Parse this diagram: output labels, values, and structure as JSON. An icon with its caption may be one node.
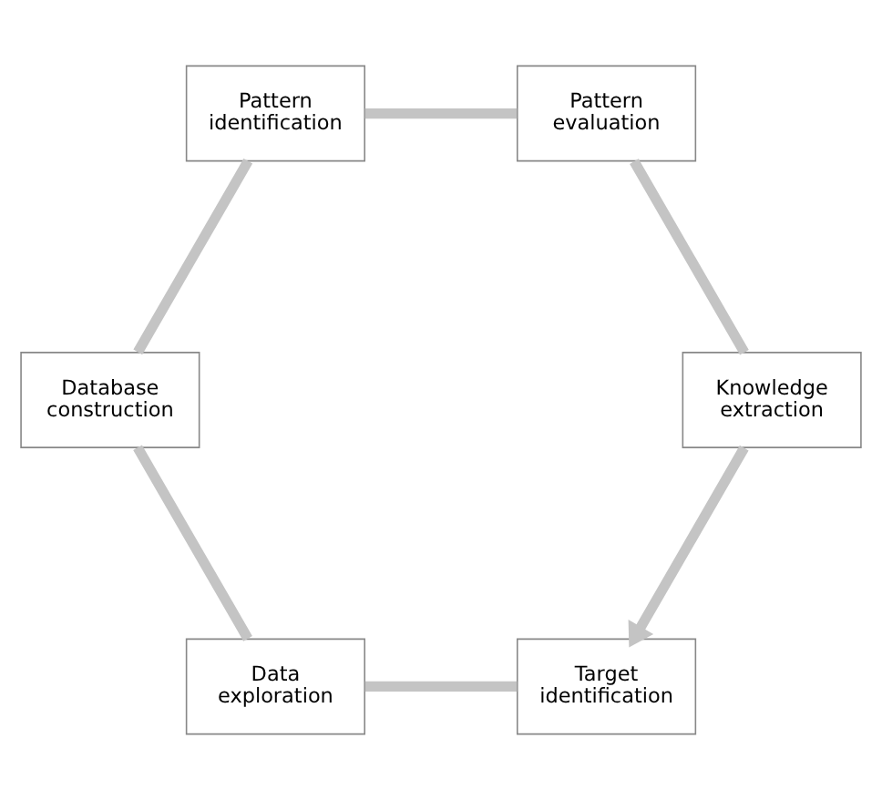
{
  "diagram": {
    "nodes": [
      {
        "text": [
          "Target identification"
        ]
      },
      {
        "text": [
          "Data exploration"
        ]
      },
      {
        "text": [
          "Database construction"
        ]
      },
      {
        "text": [
          "Pattern identification"
        ]
      },
      {
        "text": [
          "Pattern evaluation"
        ]
      },
      {
        "text": [
          "Knowledge extraction"
        ]
      }
    ],
    "edges": [
      {
        "from": 0,
        "to": 1,
        "arrow": "none"
      },
      {
        "from": 1,
        "to": 2,
        "arrow": "none"
      },
      {
        "from": 2,
        "to": 3,
        "arrow": "none"
      },
      {
        "from": 3,
        "to": 4,
        "arrow": "none"
      },
      {
        "from": 4,
        "to": 5,
        "arrow": "none"
      },
      {
        "from": 5,
        "to": 0,
        "arrow": "to"
      }
    ]
  }
}
